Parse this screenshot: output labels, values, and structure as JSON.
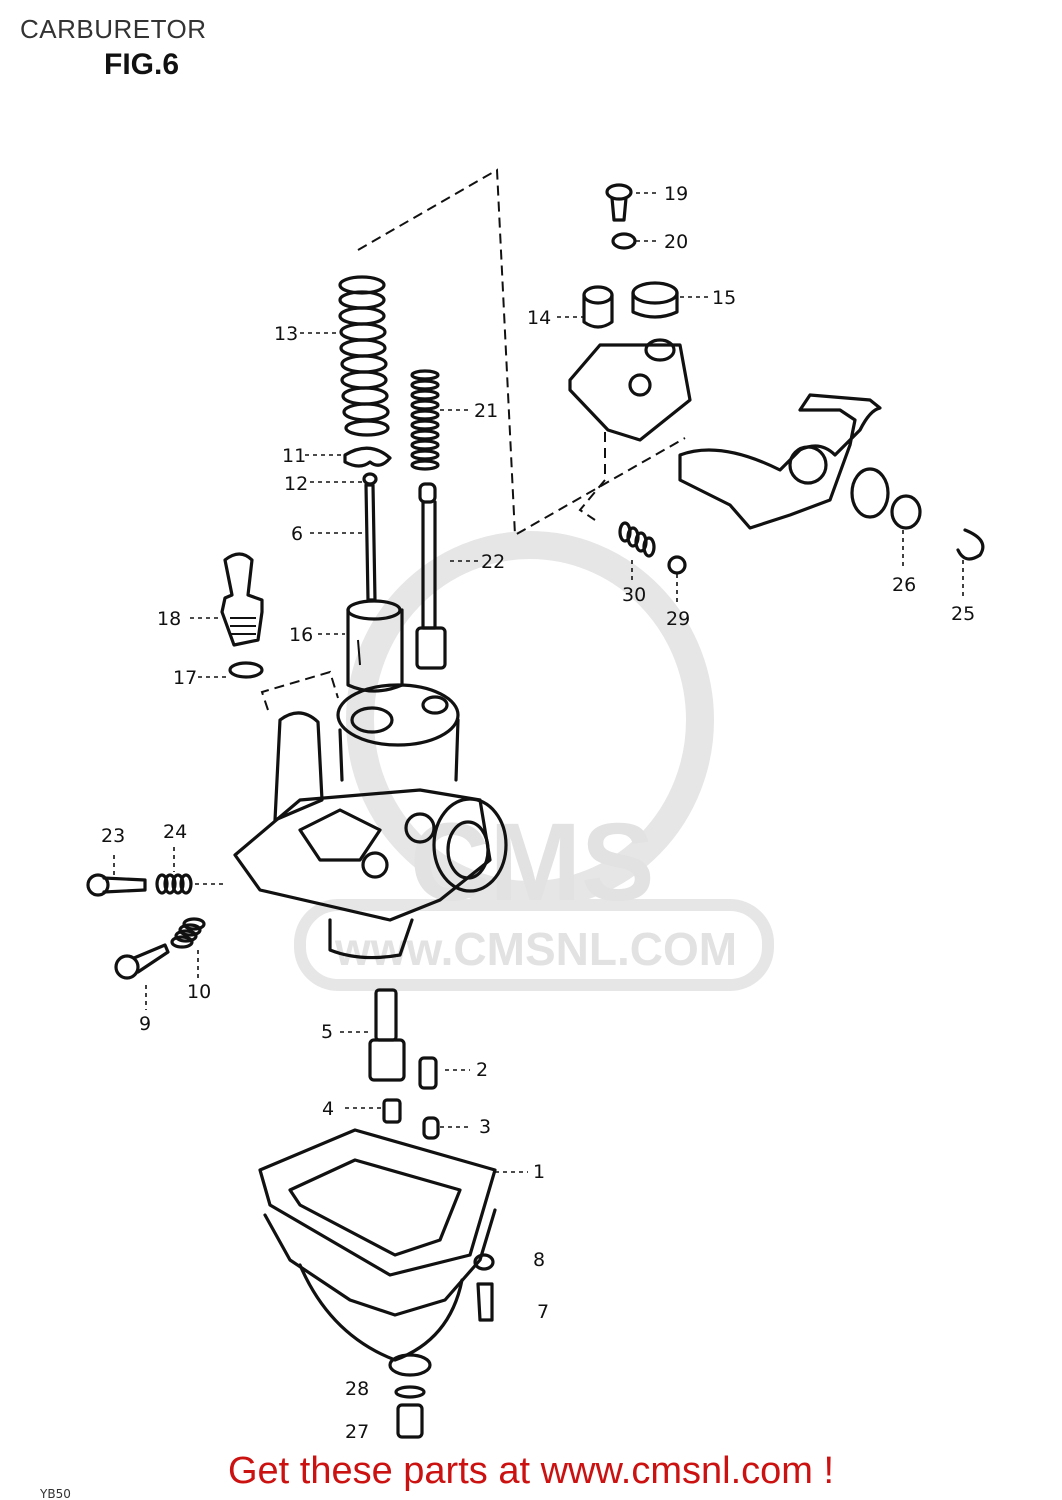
{
  "header": {
    "title": "CARBURETOR",
    "figure": "FIG.6"
  },
  "watermark": {
    "brand": "CMS",
    "url": "www.CMSNL.COM",
    "color": "#e2e2e2"
  },
  "footer": {
    "text": "Get these parts at www.cmsnl.com !",
    "color": "#cc1111"
  },
  "callouts": {
    "c1": "1",
    "c2": "2",
    "c3": "3",
    "c4": "4",
    "c5": "5",
    "c6": "6",
    "c7": "7",
    "c8": "8",
    "c9": "9",
    "c10": "10",
    "c11": "11",
    "c12": "12",
    "c13": "13",
    "c14": "14",
    "c15": "15",
    "c16": "16",
    "c17": "17",
    "c18": "18",
    "c19": "19",
    "c20": "20",
    "c21": "21",
    "c22": "22",
    "c23": "23",
    "c24": "24",
    "c25": "25",
    "c26": "26",
    "c27": "27",
    "c28": "28",
    "c29": "29",
    "c30": "30"
  },
  "bottom_code": "YB50"
}
